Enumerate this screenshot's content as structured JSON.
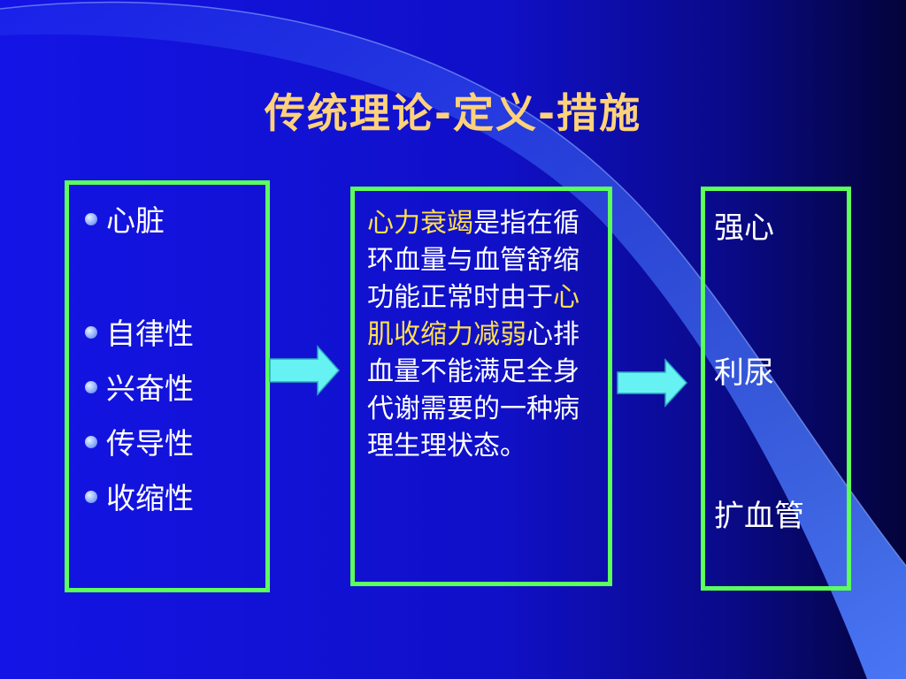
{
  "title": "传统理论-定义-措施",
  "left_box": {
    "items": [
      "心脏",
      "自律性",
      "兴奋性",
      "传导性",
      "收缩性"
    ]
  },
  "middle_box": {
    "text_1": "心力衰竭",
    "text_2": "是指在循环血量与血管舒缩功能正常时由于",
    "text_3": "心肌收缩力减弱",
    "text_4": "心排血量不能满足全身代谢需要的一种病理生理状态。"
  },
  "right_box": {
    "items": [
      "强心",
      "利尿",
      "扩血管"
    ]
  },
  "colors": {
    "title": "#ffd27a",
    "border": "#5cff5c",
    "highlight": "#ffe14a",
    "arrow": "#66f2f2"
  }
}
